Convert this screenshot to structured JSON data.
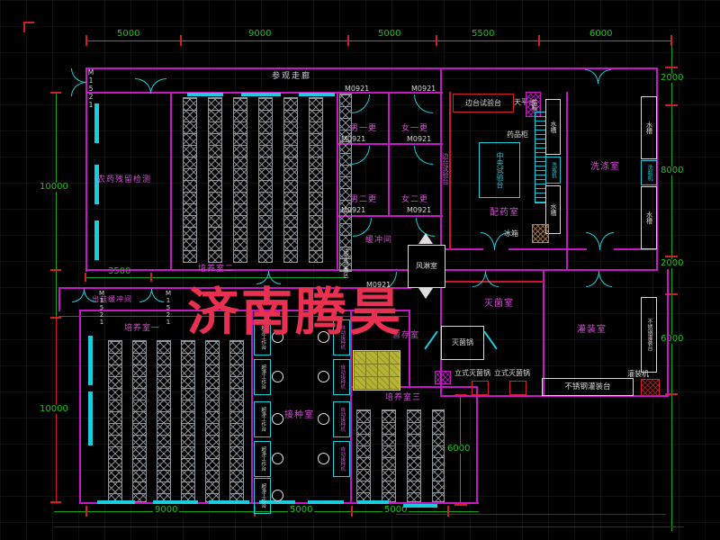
{
  "app": {
    "type": "cad-floor-plan-view",
    "watermark": "济南腾昊"
  },
  "rooms": {
    "visit_corridor": "参观走廊",
    "pesticide_test": "农药残留检测",
    "culture_room_2": "培养室二",
    "men_change_1": "男一更",
    "women_change_1": "女一更",
    "men_change_2": "男二更",
    "women_change_2": "女二更",
    "buffer_room": "缓冲间",
    "handwash_zone": "洗手消毒区",
    "dispensing_room": "配药室",
    "washing_room": "洗涤室",
    "air_shower": "风淋室",
    "mushroom_buffer": "出菇缓冲间",
    "culture_room_1": "培养室一",
    "inoculation_room": "接种室",
    "culture_room_3": "培养室三",
    "temp_storage": "暂存室",
    "sterilization_room": "灭菌室",
    "filling_room": "灌装室"
  },
  "equipment": {
    "side_bench": "边台试验台",
    "balance_table": "天平台",
    "oven": "烘箱",
    "medicine_cabinet": "药品柜",
    "central_bench": "中央试验台",
    "sink": "水槽",
    "bottle_washer": "洗瓶机",
    "fridge": "冰箱",
    "sterilizer_pot": "灭菌锅",
    "vertical_sterilizer": "立式灭菌锅",
    "ss_filling_bench": "不锈钢灌装台",
    "filling_machine": "灌装机",
    "clean_bench": "超净工作台",
    "inoculation_machine": "自动接种机"
  },
  "door_codes": {
    "m1521": "M1521",
    "m0921": "M0921"
  },
  "dimensions": {
    "top": [
      "5000",
      "9000",
      "5000",
      "5500",
      "6000"
    ],
    "right": [
      "2000",
      "8000",
      "2000",
      "6000"
    ],
    "left": [
      "10000",
      "10000"
    ],
    "left_inner": "3500",
    "bottom": [
      "9000",
      "5000",
      "5000"
    ],
    "inner": "6000"
  },
  "colors": {
    "background": "#000000",
    "wall": "#c617c6",
    "bench_line": "#cf1430",
    "dimension": "#12a412",
    "door_window": "#19cddd",
    "rack": "#8d939b",
    "room_label": "#d24fd2",
    "equipment_label": "#d8d8d8",
    "highlight_table": "#b7b334",
    "watermark": "#e83050"
  }
}
